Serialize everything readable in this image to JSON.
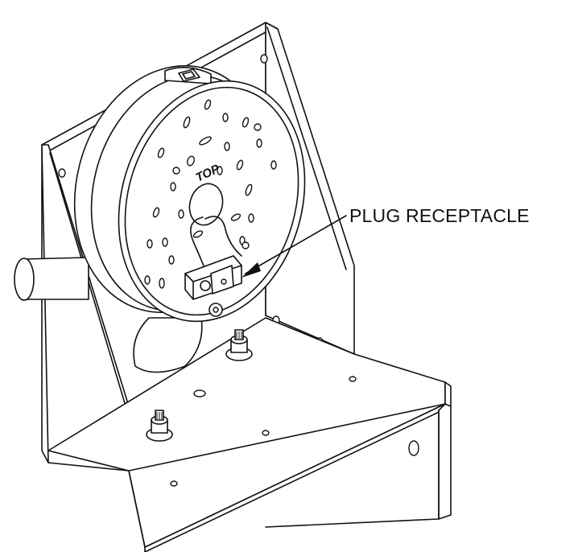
{
  "diagram": {
    "callouts": [
      {
        "id": "plug-receptacle",
        "label": "PLUG RECEPTACLE"
      }
    ],
    "face_marking": "TOP",
    "line_color": "#111111",
    "background_color": "#ffffff"
  }
}
